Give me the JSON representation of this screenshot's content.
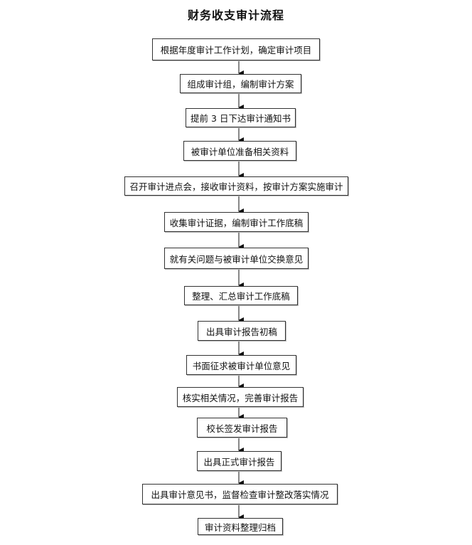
{
  "title": "财务收支审计流程",
  "steps": [
    "根据年度审计工作计划，确定审计项目",
    "组成审计组，编制审计方案",
    "提前 3 日下达审计通知书",
    "被审计单位准备相关资料",
    "召开审计进点会，接收审计资料，按审计方案实施审计",
    "收集审计证据，编制审计工作底稿",
    "就有关问题与被审计单位交换意见",
    "整理、汇总审计工作底稿",
    "出具审计报告初稿",
    "书面征求被审计单位意见",
    "核实相关情况，完善审计报告",
    "校长签发审计报告",
    "出具正式审计报告",
    "出具审计意见书，监督检查审计整改落实情况",
    "审计资料整理归档"
  ]
}
